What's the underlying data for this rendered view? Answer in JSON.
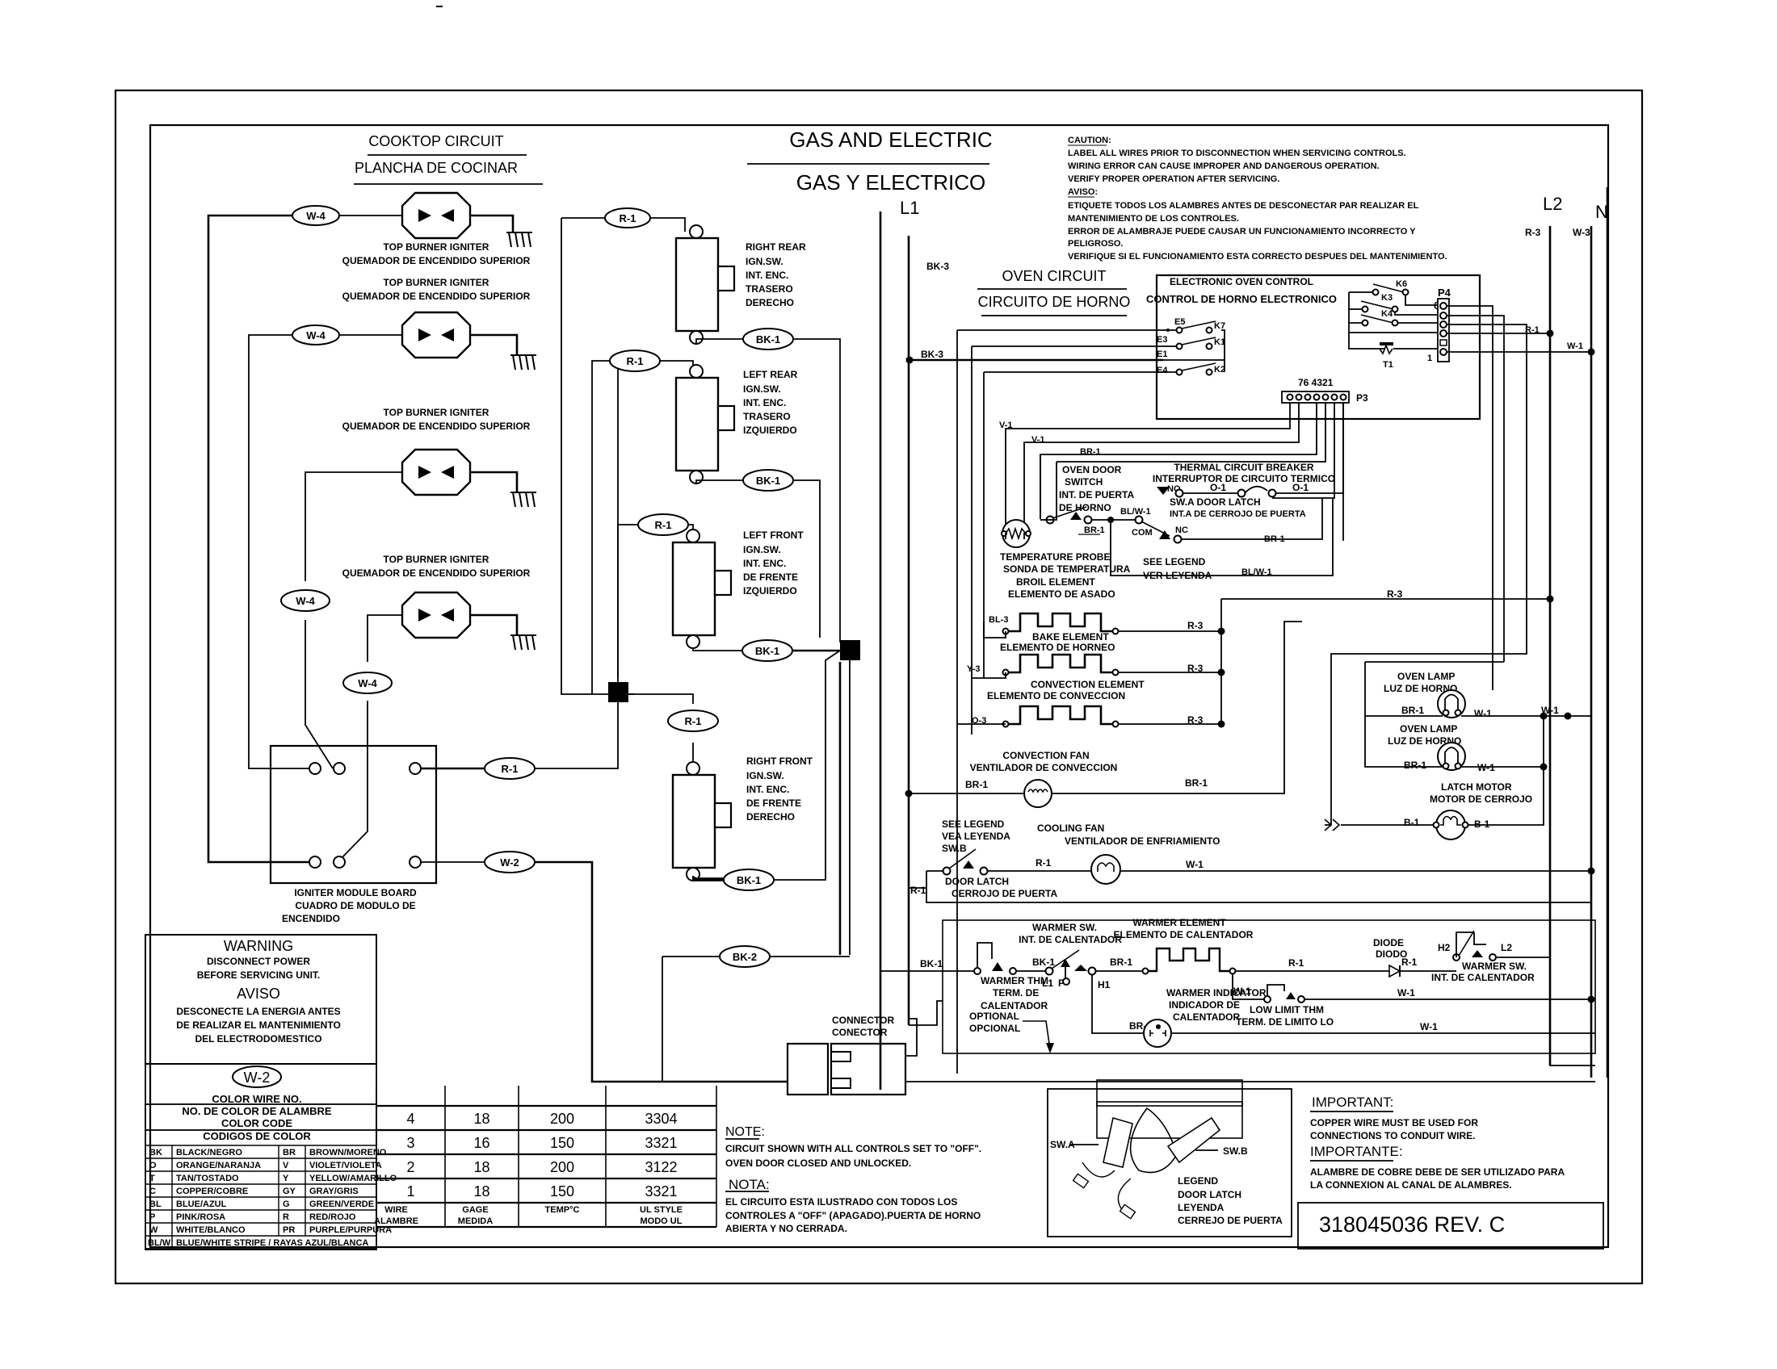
{
  "title": {
    "line1": "GAS AND ELECTRIC",
    "line2": "GAS Y ELECTRICO"
  },
  "caution": {
    "heading": "CAUTION:",
    "lines": [
      "LABEL ALL WIRES PRIOR TO DISCONNECTION WHEN SERVICING CONTROLS.",
      "WIRING ERROR CAN CAUSE IMPROPER AND DANGEROUS OPERATION.",
      "VERIFY PROPER OPERATION AFTER SERVICING."
    ],
    "heading_es": "AVISO:",
    "lines_es": [
      "ETIQUETE TODOS LOS ALAMBRES ANTES DE DESCONECTAR PAR REALIZAR EL",
      "MANTENIMIENTO DE LOS CONTROLES.",
      "ERROR DE ALAMBRAJE PUEDE CAUSAR UN FUNCIONAMIENTO INCORRECTO Y",
      "PELIGROSO.",
      "VERIFIQUE SI EL FUNCIONAMIENTO ESTA CORRECTO DESPUES DEL MANTENIMIENTO."
    ]
  },
  "lines": {
    "l1": "L1",
    "l2": "L2",
    "n": "N"
  },
  "cooktop": {
    "title": "COOKTOP CIRCUIT",
    "title_es": "PLANCHA DE COCINAR",
    "igniter_label": "TOP BURNER IGNITER",
    "igniter_label_es": "QUEMADOR DE ENCENDIDO SUPERIOR",
    "module_board": [
      "IGNITER MODULE BOARD",
      "CUADRO DE MODULO DE",
      "ENCENDIDO"
    ],
    "switches": [
      {
        "lines": [
          "RIGHT REAR",
          "IGN.SW.",
          "INT. ENC.",
          "TRASERO",
          "DERECHO"
        ]
      },
      {
        "lines": [
          "LEFT REAR",
          "IGN.SW.",
          "INT. ENC.",
          "TRASERO",
          "IZQUIERDO"
        ]
      },
      {
        "lines": [
          "LEFT FRONT",
          "IGN.SW.",
          "INT. ENC.",
          "DE FRENTE",
          "IZQUIERDO"
        ]
      },
      {
        "lines": [
          "RIGHT FRONT",
          "IGN.SW.",
          "INT. ENC.",
          "DE FRENTE",
          "DERECHO"
        ]
      }
    ],
    "connector": [
      "CONNECTOR",
      "CONECTOR"
    ]
  },
  "wire_tags": {
    "w4": "W-4",
    "w2": "W-2",
    "r1": "R-1",
    "bk1": "BK-1",
    "bk2": "BK-2",
    "bk3": "BK-3",
    "r3": "R-3",
    "w3": "W-3",
    "w1": "W-1",
    "v1": "V-1",
    "br1": "BR-1",
    "blw1": "BL/W-1",
    "o1": "O-1",
    "bl3": "BL-3",
    "y3": "Y-3",
    "o3": "O-3",
    "b1": "B-1"
  },
  "oven": {
    "title": "OVEN CIRCUIT",
    "title_es": "CIRCUITO DE HORNO",
    "control": "ELECTRONIC OVEN CONTROL",
    "control_es": "CONTROL DE HORNO ELECTRONICO",
    "relay_labels": {
      "e5": "E5",
      "e3": "E3",
      "e1": "E1",
      "e4": "E4",
      "k7": "K7",
      "k1": "K1",
      "k2": "K2",
      "k6": "K6",
      "k3": "K3",
      "k4": "K4",
      "t1": "T1",
      "p4": "P4",
      "p3": "P3",
      "p3_pins": "76 4321",
      "p4_six": "6",
      "p4_one": "1"
    },
    "door_switch": [
      "OVEN DOOR",
      "SWITCH",
      "INT. DE PUERTA",
      "DE HORNO"
    ],
    "thermal_breaker": [
      "THERMAL CIRCUIT BREAKER",
      "INTERRUPTOR DE CIRCUITO TERMICO"
    ],
    "door_latch_a": [
      "SW.A DOOR LATCH",
      "INT.A DE CERROJO DE PUERTA"
    ],
    "no": "NO",
    "nc": "NC",
    "com": "COM",
    "see_legend": [
      "SEE LEGEND",
      "VER LEYENDA"
    ],
    "probe": [
      "TEMPERATURE PROBE",
      "SONDA DE TEMPERATURA"
    ],
    "broil": [
      "BROIL ELEMENT",
      "ELEMENTO DE ASADO"
    ],
    "bake": [
      "BAKE ELEMENT",
      "ELEMENTO DE HORNEO"
    ],
    "convection_element": [
      "CONVECTION ELEMENT",
      "ELEMENTO DE CONVECCION"
    ],
    "oven_lamp": [
      "OVEN LAMP",
      "LUZ DE HORNO"
    ],
    "latch_motor": [
      "LATCH MOTOR",
      "MOTOR DE CERROJO"
    ],
    "convection_fan": [
      "CONVECTION FAN",
      "VENTILADOR DE CONVECCION"
    ],
    "cooling_fan": [
      "COOLING FAN",
      "VENTILADOR DE ENFRIAMIENTO"
    ],
    "see_legend_b": [
      "SEE LEGEND",
      "VEA LEYENDA",
      "SW.B"
    ],
    "door_latch": [
      "DOOR LATCH",
      "CERROJO DE PUERTA"
    ]
  },
  "warmer": {
    "switch": [
      "WARMER SW.",
      "INT. DE CALENTADOR"
    ],
    "element": [
      "WARMER ELEMENT",
      "ELEMENTO DE CALENTADOR"
    ],
    "thm": [
      "WARMER THM",
      "TERM. DE",
      "CALENTADOR"
    ],
    "indicator": [
      "WARMER INDICATOR",
      "INDICADOR DE",
      "CALENTADOR"
    ],
    "low_limit": [
      "LOW LIMIT THM",
      "TERM. DE LIMITO LO"
    ],
    "diode": [
      "DIODE",
      "DIODO"
    ],
    "optional": [
      "OPTIONAL",
      "OPCIONAL"
    ],
    "pins": {
      "l1": "L1",
      "p": "P",
      "h1": "H1",
      "h2": "H2",
      "l2": "L2"
    }
  },
  "warning": {
    "title": "WARNING",
    "lines": [
      "DISCONNECT POWER",
      "BEFORE SERVICING UNIT."
    ],
    "title_es": "AVISO",
    "lines_es": [
      "DESCONECTE LA ENERGIA ANTES",
      "DE REALIZAR EL MANTENIMIENTO",
      "DEL ELECTRODOMESTICO"
    ]
  },
  "wire_legend": {
    "sample": "W-2",
    "lines": [
      "COLOR WIRE NO.",
      "NO. DE COLOR DE ALAMBRE"
    ]
  },
  "color_code": {
    "title": "COLOR CODE",
    "title_es": "CODIGOS DE COLOR",
    "rows": [
      [
        "BK",
        "BLACK/NEGRO",
        "BR",
        "BROWN/MORENO"
      ],
      [
        "O",
        "ORANGE/NARANJA",
        "V",
        "VIOLET/VIOLETA"
      ],
      [
        "T",
        "TAN/TOSTADO",
        "Y",
        "YELLOW/AMARILLO"
      ],
      [
        "C",
        "COPPER/COBRE",
        "GY",
        "GRAY/GRIS"
      ],
      [
        "BL",
        "BLUE/AZUL",
        "G",
        "GREEN/VERDE"
      ],
      [
        "P",
        "PINK/ROSA",
        "R",
        "RED/ROJO"
      ],
      [
        "W",
        "WHITE/BLANCO",
        "PR",
        "PURPLE/PURPURA"
      ]
    ],
    "last_row": [
      "BL/W",
      "BLUE/WHITE STRIPE / RAYAS AZUL/BLANCA"
    ]
  },
  "wire_table": {
    "headers": [
      [
        "WIRE",
        "ALAMBRE"
      ],
      [
        "GAGE",
        "MEDIDA"
      ],
      [
        "TEMP°C",
        ""
      ],
      [
        "UL STYLE",
        "MODO UL"
      ]
    ],
    "rows": [
      [
        "4",
        "18",
        "200",
        "3304"
      ],
      [
        "3",
        "16",
        "150",
        "3321"
      ],
      [
        "2",
        "18",
        "200",
        "3122"
      ],
      [
        "1",
        "18",
        "150",
        "3321"
      ]
    ]
  },
  "note": {
    "title": "NOTE:",
    "lines": [
      "CIRCUIT SHOWN WITH ALL CONTROLS SET TO \"OFF\".",
      "OVEN DOOR CLOSED AND UNLOCKED."
    ],
    "title_es": "NOTA:",
    "lines_es": [
      "EL CIRCUITO ESTA ILUSTRADO CON TODOS LOS",
      "CONTROLES A \"OFF\" (APAGADO).PUERTA DE HORNO",
      "ABIERTA Y NO CERRADA."
    ]
  },
  "latch_legend": {
    "swa": "SW.A",
    "swb": "SW.B",
    "lines": [
      "LEGEND",
      "DOOR LATCH",
      "LEYENDA",
      "CERREJO DE PUERTA"
    ]
  },
  "important": {
    "title": "IMPORTANT:",
    "lines": [
      "COPPER WIRE MUST BE USED FOR",
      "CONNECTIONS TO CONDUIT WIRE."
    ],
    "title_es": "IMPORTANTE:",
    "lines_es": [
      "ALAMBRE DE COBRE DEBE DE SER UTILIZADO PARA",
      "LA CONNEXION AL CANAL DE ALAMBRES."
    ]
  },
  "part_number": "318045036 REV. C"
}
